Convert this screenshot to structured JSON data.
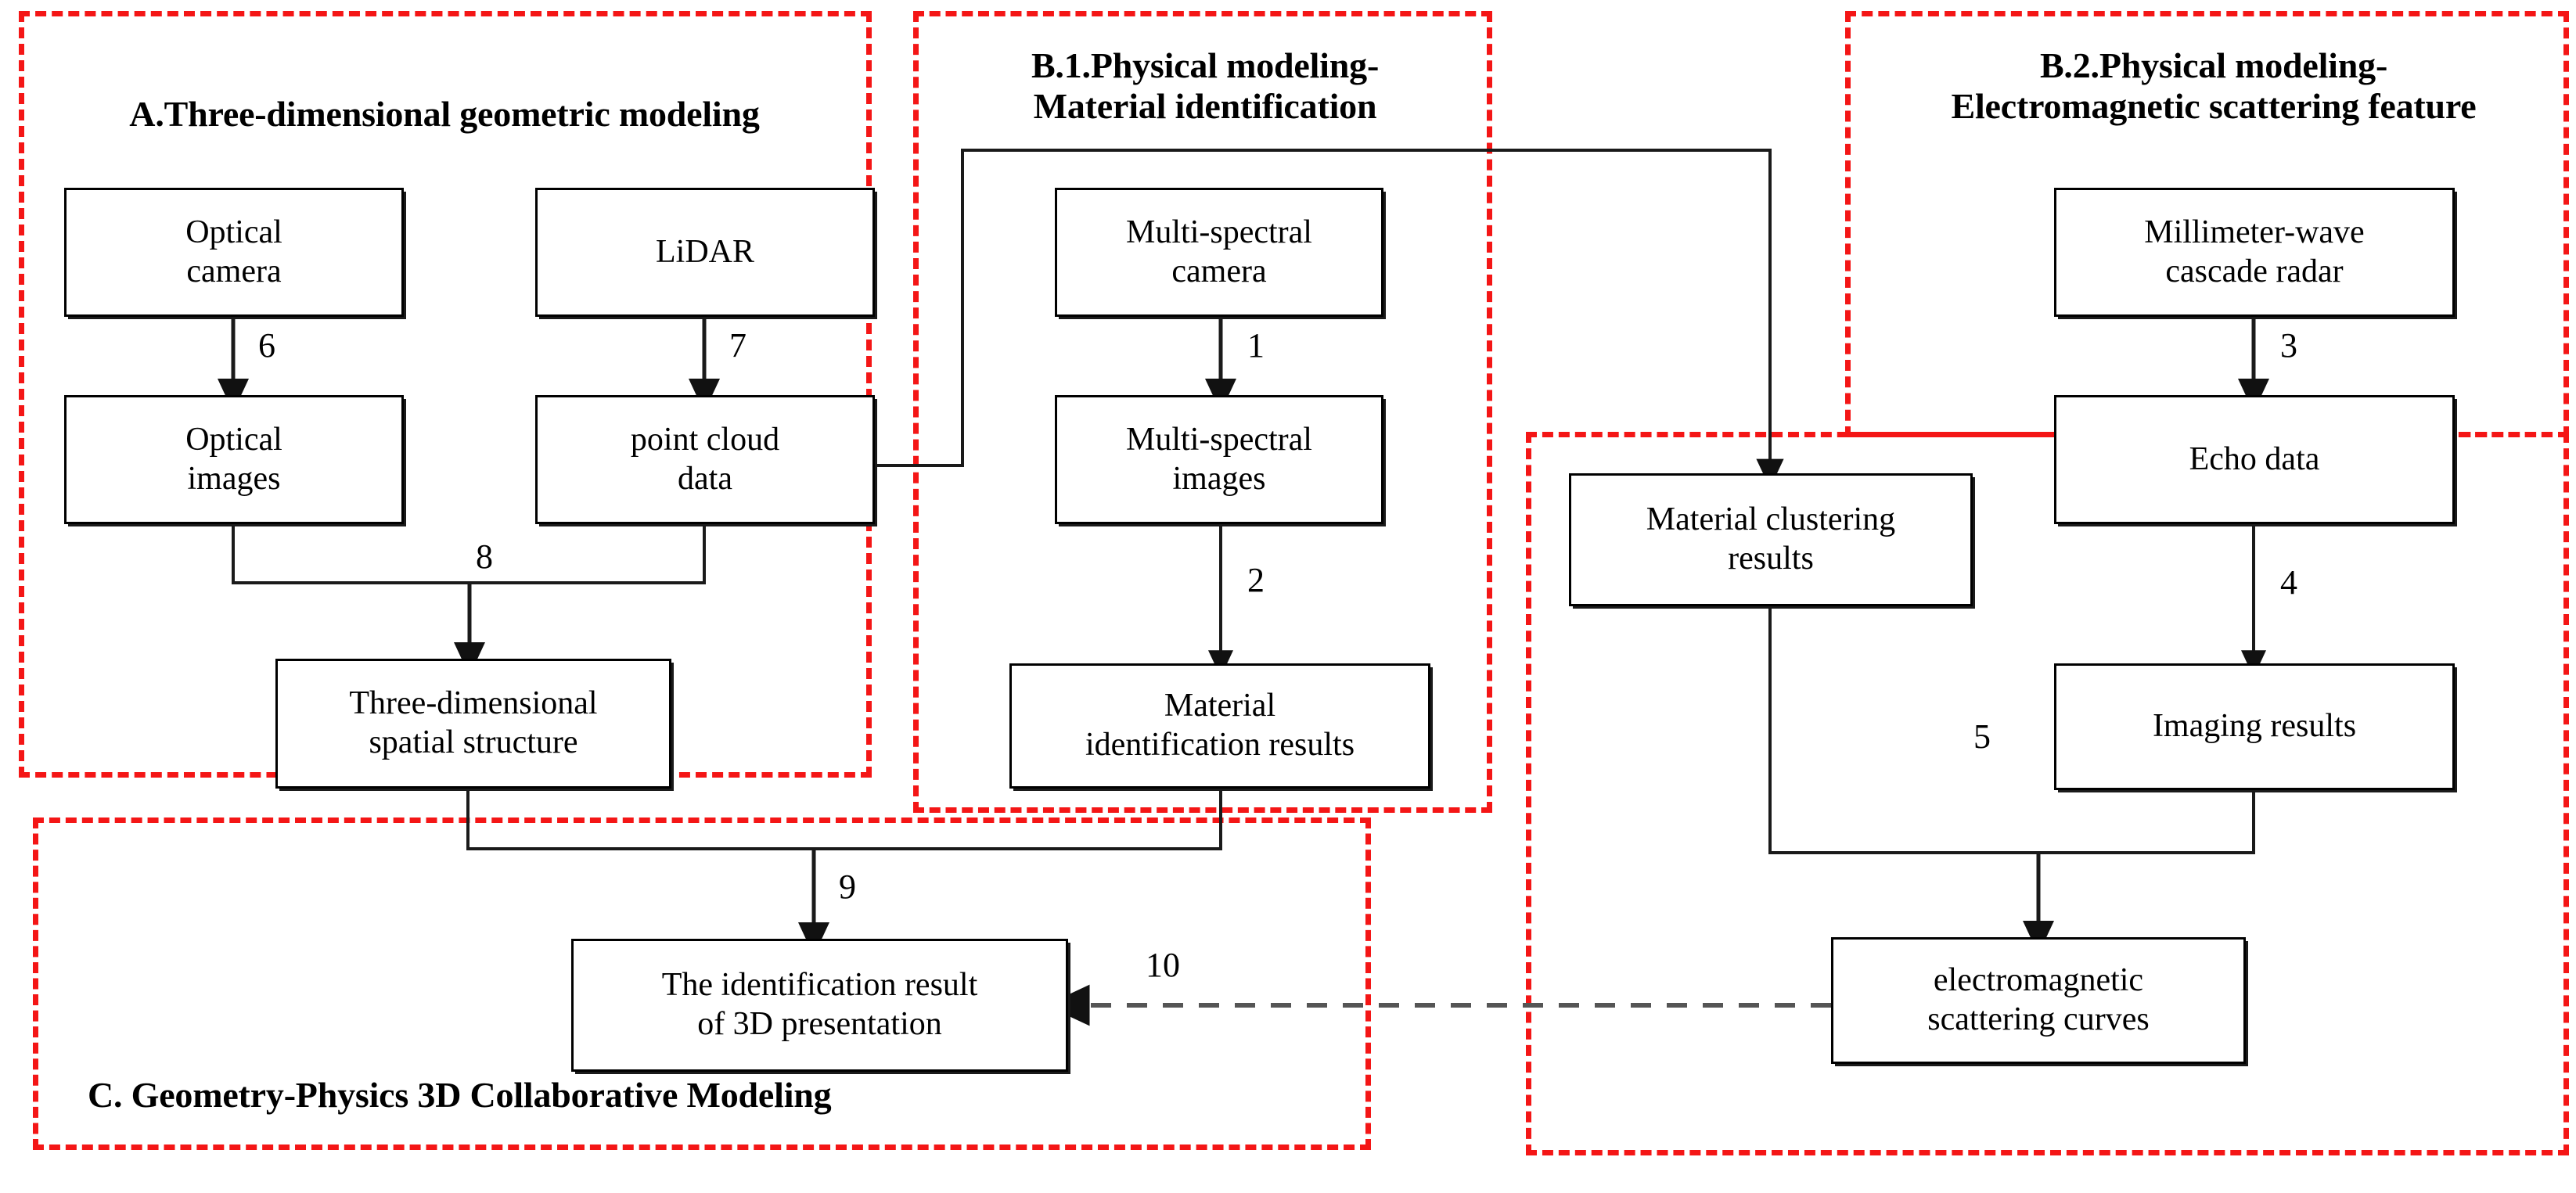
{
  "diagram": {
    "title_caption_a": "A.Three-dimensional  geometric modeling",
    "regions": [
      {
        "id": "A",
        "label": "A.Three-dimensional  geometric modeling"
      },
      {
        "id": "B1",
        "label": "B.1.Physical modeling-\nMaterial identification"
      },
      {
        "id": "B2",
        "label": "B.2.Physical modeling-\nElectromagnetic scattering feature"
      },
      {
        "id": "C",
        "label": "C. Geometry-Physics 3D Collaborative Modeling"
      }
    ],
    "nodes": [
      {
        "id": "optical-camera",
        "label": "Optical\ncamera"
      },
      {
        "id": "lidar",
        "label": "LiDAR"
      },
      {
        "id": "optical-images",
        "label": "Optical\nimages"
      },
      {
        "id": "point-cloud-data",
        "label": "point cloud\ndata"
      },
      {
        "id": "three-dim-spatial",
        "label": "Three-dimensional\nspatial structure"
      },
      {
        "id": "ms-camera",
        "label": "Multi-spectral\ncamera"
      },
      {
        "id": "ms-images",
        "label": "Multi-spectral\nimages"
      },
      {
        "id": "material-id-results",
        "label": "Material\nidentification results"
      },
      {
        "id": "material-clustering",
        "label": "Material clustering\nresults"
      },
      {
        "id": "mmwave-radar",
        "label": "Millimeter-wave\ncascade radar"
      },
      {
        "id": "echo-data",
        "label": "Echo data"
      },
      {
        "id": "imaging-results",
        "label": "Imaging  results"
      },
      {
        "id": "em-curves",
        "label": "electromagnetic\nscattering curves"
      },
      {
        "id": "final-3d",
        "label": "The  identification result\nof 3D presentation"
      }
    ],
    "edge_labels": [
      {
        "id": "e1",
        "value": "1"
      },
      {
        "id": "e2",
        "value": "2"
      },
      {
        "id": "e3",
        "value": "3"
      },
      {
        "id": "e4",
        "value": "4"
      },
      {
        "id": "e5",
        "value": "5"
      },
      {
        "id": "e6",
        "value": "6"
      },
      {
        "id": "e7",
        "value": "7"
      },
      {
        "id": "e8",
        "value": "8"
      },
      {
        "id": "e9",
        "value": "9"
      },
      {
        "id": "e10",
        "value": "10"
      }
    ],
    "colors": {
      "region_border": "#f41616",
      "node_border": "#000000",
      "connector": "#1a1a1a",
      "background": "#ffffff"
    }
  }
}
